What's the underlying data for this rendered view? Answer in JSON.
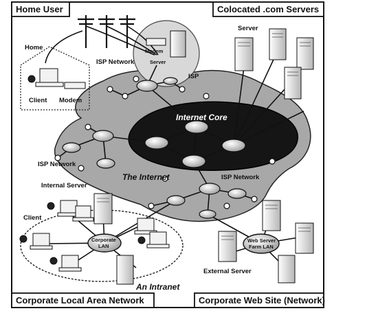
{
  "corners": {
    "top_left": "Home User",
    "top_right": "Colocated .com Servers",
    "bottom_left": "Corporate Local Area Network",
    "bottom_right": "Corporate Web Site (Network)"
  },
  "labels": {
    "home": "Home",
    "client_home": "Client",
    "modem_home": "Modem",
    "isp_modem": "Modem",
    "isp_server": "Server",
    "isp": "ISP",
    "isp_network_top": "ISP Network",
    "isp_network_left": "ISP Network",
    "isp_network_right": "ISP Network",
    "server_top": "Server",
    "internet_core": "Internet Core",
    "the_internet": "The Internet",
    "internal_server": "Internal Server",
    "client_lan": "Client",
    "corporate_lan_1": "Corporate",
    "corporate_lan_2": "LAN",
    "an_intranet": "An Intranet",
    "web_server_farm_1": "Web Server",
    "web_server_farm_2": "Farm LAN",
    "external_server": "External Server"
  },
  "colors": {
    "frame": "#111111",
    "cloud": "#a8a8a8",
    "core": "#151515",
    "node": "#e6e6e6",
    "device": "#f2f2f2"
  }
}
